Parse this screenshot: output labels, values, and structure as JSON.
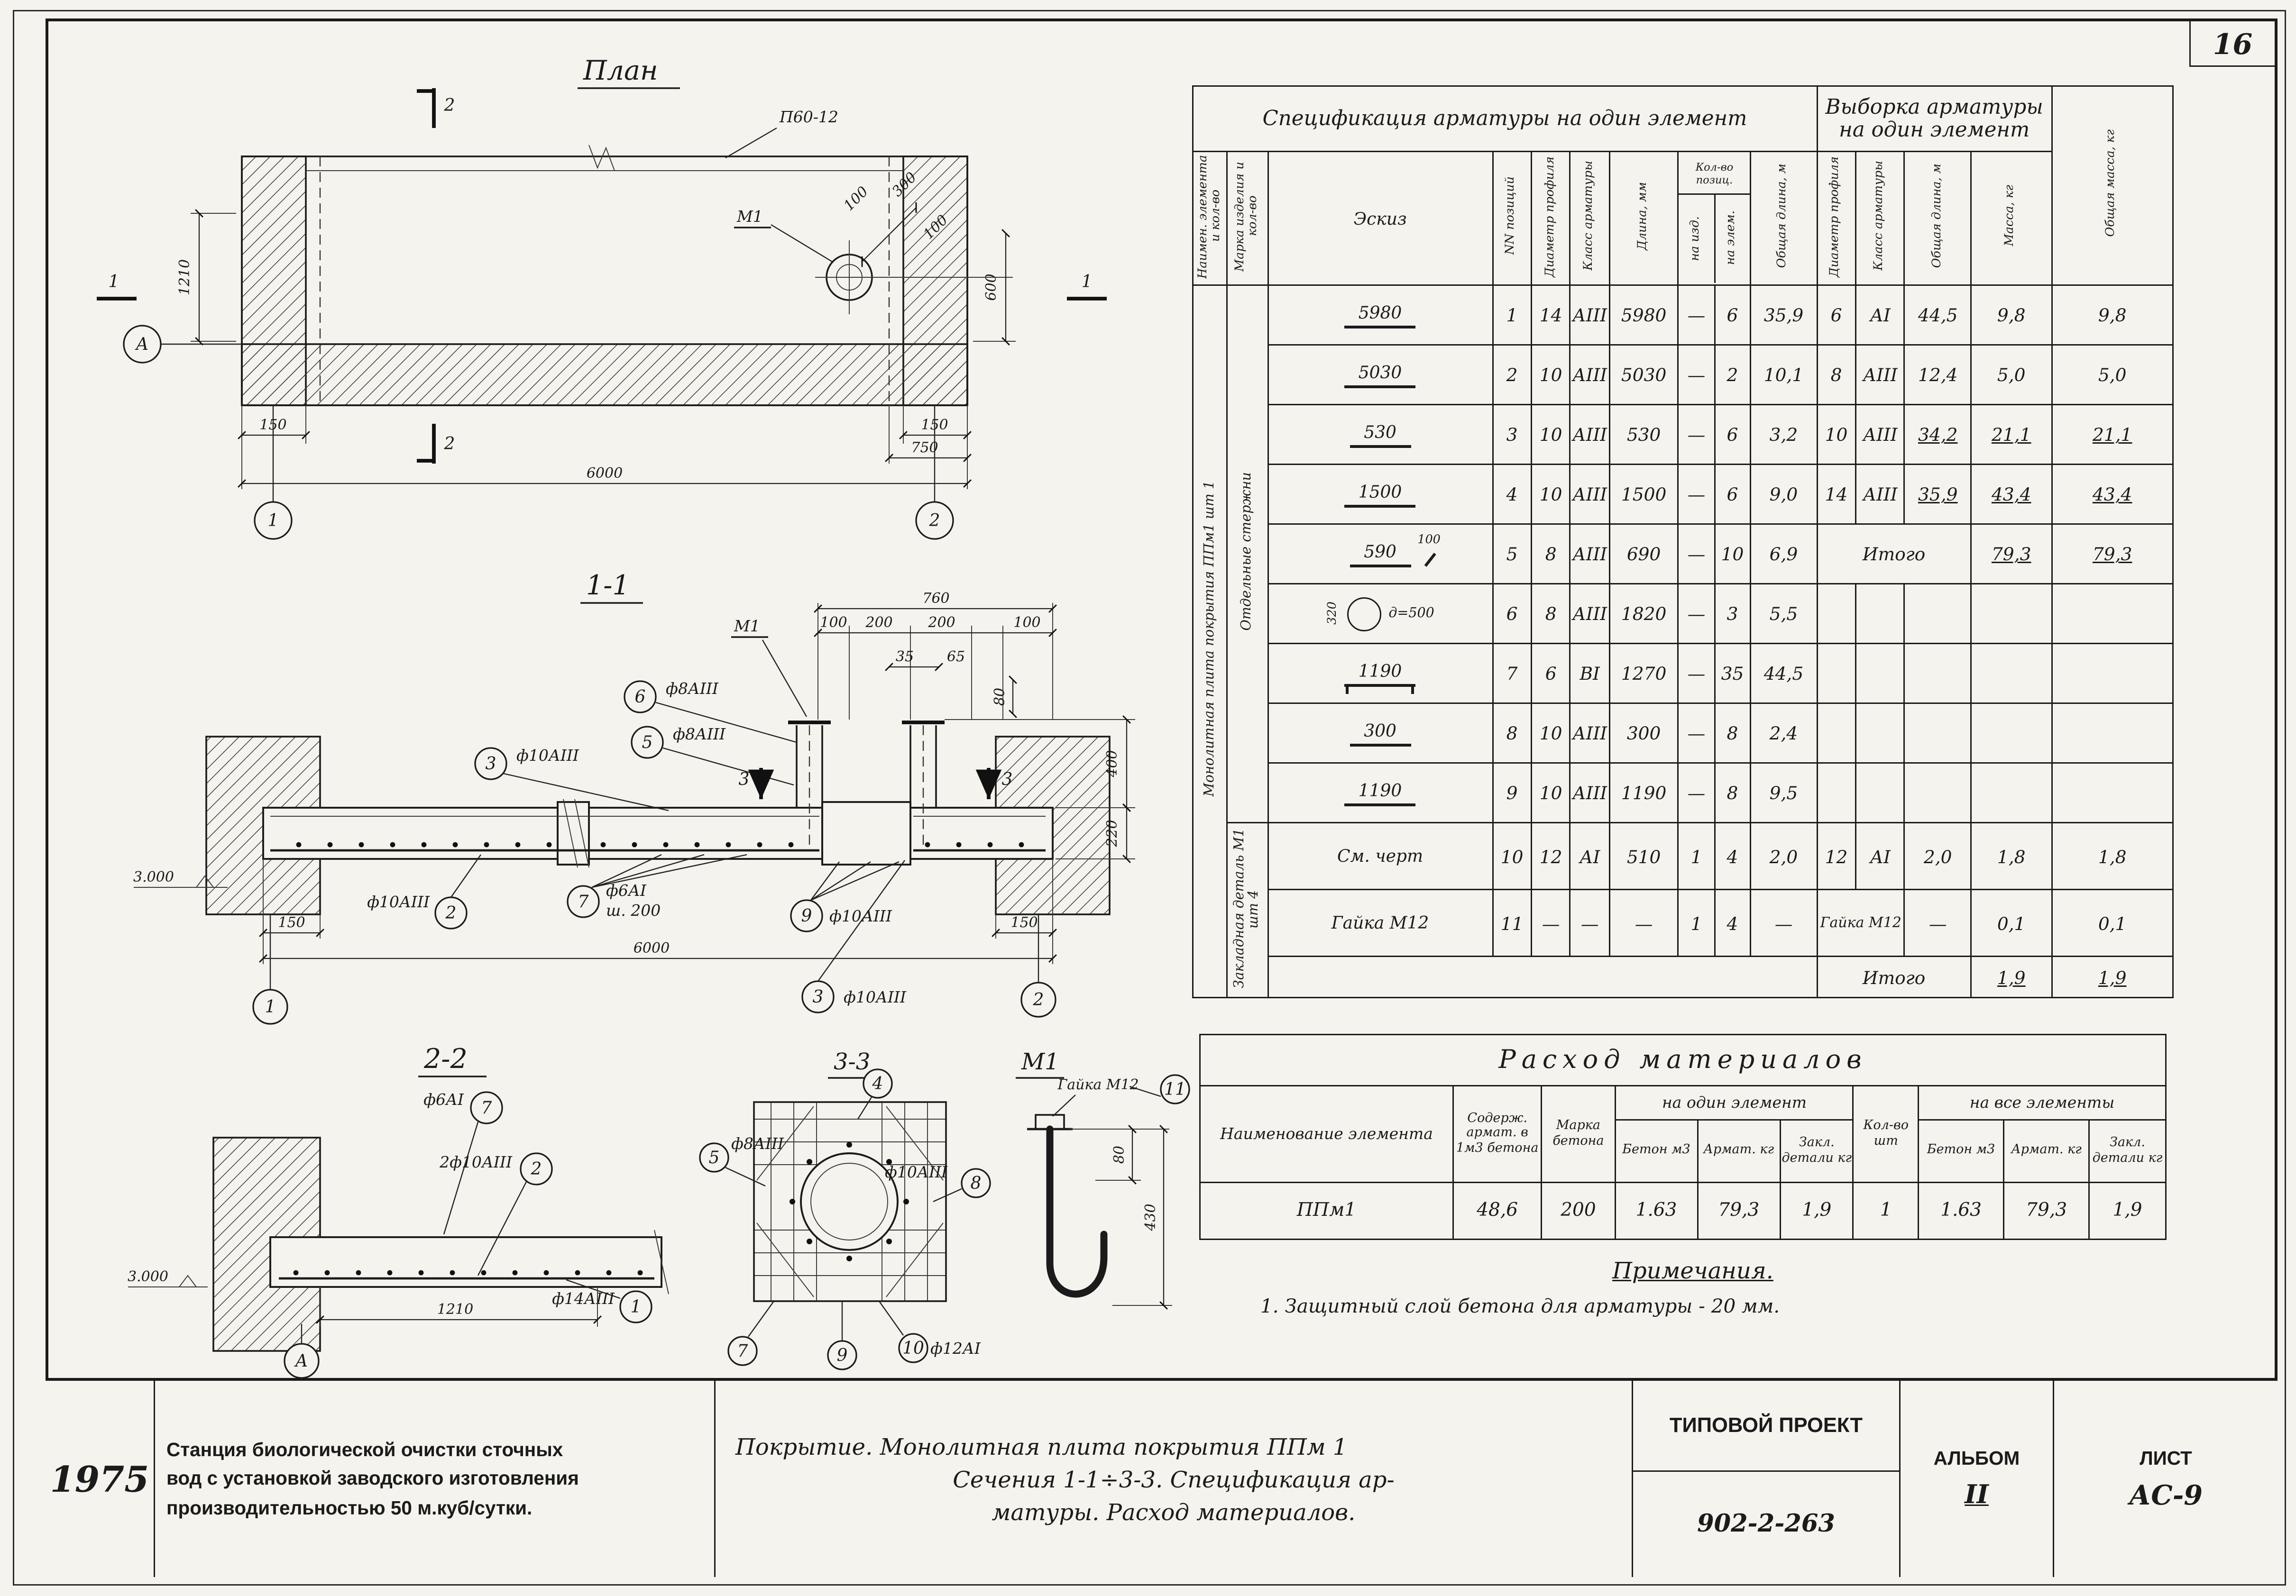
{
  "page_number": "16",
  "plan": {
    "title": "План",
    "slab_mark": "П60-12",
    "m1_label": "М1",
    "dim_1210": "1210",
    "dim_600": "600",
    "dim_150_left": "150",
    "dim_150_right": "150",
    "dim_750": "750",
    "dim_6000": "6000",
    "dim_100a": "100",
    "dim_300": "300",
    "dim_100b": "100",
    "mark_sec1": "1",
    "mark_sec2": "2",
    "axis_a": "А",
    "axis_1": "1",
    "axis_2": "2"
  },
  "sec11": {
    "title": "1-1",
    "m1_label": "М1",
    "dim_760": "760",
    "dim_100a": "100",
    "dim_200a": "200",
    "dim_200b": "200",
    "dim_100b": "100",
    "dim_35": "35",
    "dim_65": "65",
    "dim_80": "80",
    "dim_400": "400",
    "dim_220": "220",
    "dim_150_left": "150",
    "dim_6000": "6000",
    "dim_150_right": "150",
    "level": "3.000",
    "co6": "6",
    "co6_label": "ф8АIII",
    "co5": "5",
    "co5_label": "ф8АIII",
    "co3": "3",
    "co3_label": "ф10АIII",
    "sec3_mark": "3",
    "co2": "2",
    "co2_label": "ф10АIII",
    "co7": "7",
    "co7_label1": "ф6АI",
    "co7_label2": "ш. 200",
    "co9": "9",
    "co9_label": "ф10АIII",
    "co3b": "3",
    "co3b_label": "ф10АIII",
    "axis_1": "1",
    "axis_2": "2"
  },
  "sec22": {
    "title": "2-2",
    "co7": "7",
    "co7_label": "ф6АI",
    "co2": "2",
    "co2_label": "2ф10АIII",
    "co1": "1",
    "co1_label": "ф14АIII",
    "dim_1210": "1210",
    "level": "3.000",
    "axis_a": "А"
  },
  "sec33": {
    "title": "3-3",
    "co4": "4",
    "co5": "5",
    "co5_label": "ф8АIII",
    "co8": "8",
    "co8_label": "ф10АIII",
    "co7": "7",
    "co9": "9",
    "co10": "10",
    "co10_label": "ф12АI"
  },
  "m1det": {
    "title": "М1",
    "nut_label": "Гайка М12",
    "co11": "11",
    "dim_80": "80",
    "dim_430": "430"
  },
  "spec": {
    "title_left": "Спецификация арматуры на один элемент",
    "title_right": "Выборка арматуры на один элемент",
    "col_total_mass": "Общая масса, кг",
    "col_name": "Наимен. элемента и кол-во",
    "col_marka": "Марка изделия и кол-во",
    "col_eskiz": "Эскиз",
    "col_nn": "NN позиций",
    "col_dia": "Диаметр профиля",
    "col_class": "Класс арматуры",
    "col_len": "Длина, мм",
    "col_kol": "Кол-во позиц.",
    "col_na_izd": "на изд.",
    "col_na_elem": "на элем.",
    "col_total_len": "Общая длина, м",
    "col_v_dia": "Диаметр профиля",
    "col_v_class": "Класс арматуры",
    "col_v_total_len": "Общая длина, м",
    "col_v_mass": "Масса, кг",
    "group_element": "Монолитная плита покрытия ППм1 шт 1",
    "group_sterzhni": "Отдельные стержни",
    "group_m1": "Закладная деталь М1 шт 4",
    "rows": [
      {
        "sk": "5980",
        "pos": "1",
        "d": "14",
        "cl": "АIII",
        "len": "5980",
        "ni": "—",
        "ne": "6",
        "tl": "35,9",
        "vd": "6",
        "vc": "АI",
        "vl": "44,5",
        "vm": "9,8",
        "tm": "9,8"
      },
      {
        "sk": "5030",
        "pos": "2",
        "d": "10",
        "cl": "АIII",
        "len": "5030",
        "ni": "—",
        "ne": "2",
        "tl": "10,1",
        "vd": "8",
        "vc": "АIII",
        "vl": "12,4",
        "vm": "5,0",
        "tm": "5,0"
      },
      {
        "sk": "530",
        "pos": "3",
        "d": "10",
        "cl": "АIII",
        "len": "530",
        "ni": "—",
        "ne": "6",
        "tl": "3,2",
        "vd": "10",
        "vc": "АIII",
        "vl": "34,2",
        "vm": "21,1",
        "tm": "21,1"
      },
      {
        "sk": "1500",
        "pos": "4",
        "d": "10",
        "cl": "АIII",
        "len": "1500",
        "ni": "—",
        "ne": "6",
        "tl": "9,0",
        "vd": "14",
        "vc": "АIII",
        "vl": "35,9",
        "vm": "43,4",
        "tm": "43,4"
      },
      {
        "sk": "590",
        "sk_bend": "100",
        "pos": "5",
        "d": "8",
        "cl": "АIII",
        "len": "690",
        "ni": "—",
        "ne": "10",
        "tl": "6,9",
        "itogo_label": "Итого",
        "vm": "79,3",
        "tm": "79,3"
      },
      {
        "sk_dia": "д=500",
        "sk_side": "320",
        "pos": "6",
        "d": "8",
        "cl": "АIII",
        "len": "1820",
        "ni": "—",
        "ne": "3",
        "tl": "5,5"
      },
      {
        "sk": "1190",
        "pos": "7",
        "d": "6",
        "cl": "ВI",
        "len": "1270",
        "ni": "—",
        "ne": "35",
        "tl": "44,5"
      },
      {
        "sk": "300",
        "pos": "8",
        "d": "10",
        "cl": "АIII",
        "len": "300",
        "ni": "—",
        "ne": "8",
        "tl": "2,4"
      },
      {
        "sk": "1190",
        "pos": "9",
        "d": "10",
        "cl": "АIII",
        "len": "1190",
        "ni": "—",
        "ne": "8",
        "tl": "9,5"
      },
      {
        "sk": "См. черт",
        "pos": "10",
        "d": "12",
        "cl": "АI",
        "len": "510",
        "ni": "1",
        "ne": "4",
        "tl": "2,0",
        "vd": "12",
        "vc": "АI",
        "vl": "2,0",
        "vm": "1,8",
        "tm": "1,8"
      },
      {
        "sk": "Гайка М12",
        "pos": "11",
        "d": "—",
        "cl": "—",
        "len": "—",
        "ni": "1",
        "ne": "4",
        "tl": "—",
        "v_label": "Гайка М12",
        "vl": "—",
        "vm": "0,1",
        "tm": "0,1"
      },
      {
        "itogo_label": "Итого",
        "vm": "1,9",
        "tm": "1,9"
      }
    ]
  },
  "rashod": {
    "title": "Расход материалов",
    "col_name": "Наименование элемента",
    "col_soderzh": "Содерж. армат. в 1м3 бетона",
    "col_marka": "Марка бетона",
    "col_per_one": "на один элемент",
    "col_qty": "Кол-во шт",
    "col_per_all": "на все элементы",
    "col_beton": "Бетон м3",
    "col_armat": "Армат. кг",
    "col_zakl": "Закл. детали кг",
    "row": {
      "name": "ППм1",
      "soderzh": "48,6",
      "marka": "200",
      "beton1": "1.63",
      "armat1": "79,3",
      "zakl1": "1,9",
      "qty": "1",
      "beton2": "1.63",
      "armat2": "79,3",
      "zakl2": "1,9"
    }
  },
  "notes": {
    "title": "Примечания.",
    "note1": "1. Защитный слой бетона для арматуры - 20 мм."
  },
  "titleblock": {
    "year": "1975",
    "station_line1": "Станция биологической очистки сточных",
    "station_line2": "вод с установкой заводского изготовления",
    "station_line3": "производительностью 50 м.куб/сутки.",
    "desc_line1": "Покрытие. Монолитная плита покрытия ППм 1",
    "desc_line2": "Сечения 1-1÷3-3. Спецификация ар-",
    "desc_line3": "матуры. Расход материалов.",
    "project_label": "ТИПОВОЙ ПРОЕКТ",
    "project_number": "902-2-263",
    "album_label": "АЛЬБОМ",
    "album_number": "II",
    "sheet_label": "ЛИСТ",
    "sheet_number": "АС-9"
  }
}
